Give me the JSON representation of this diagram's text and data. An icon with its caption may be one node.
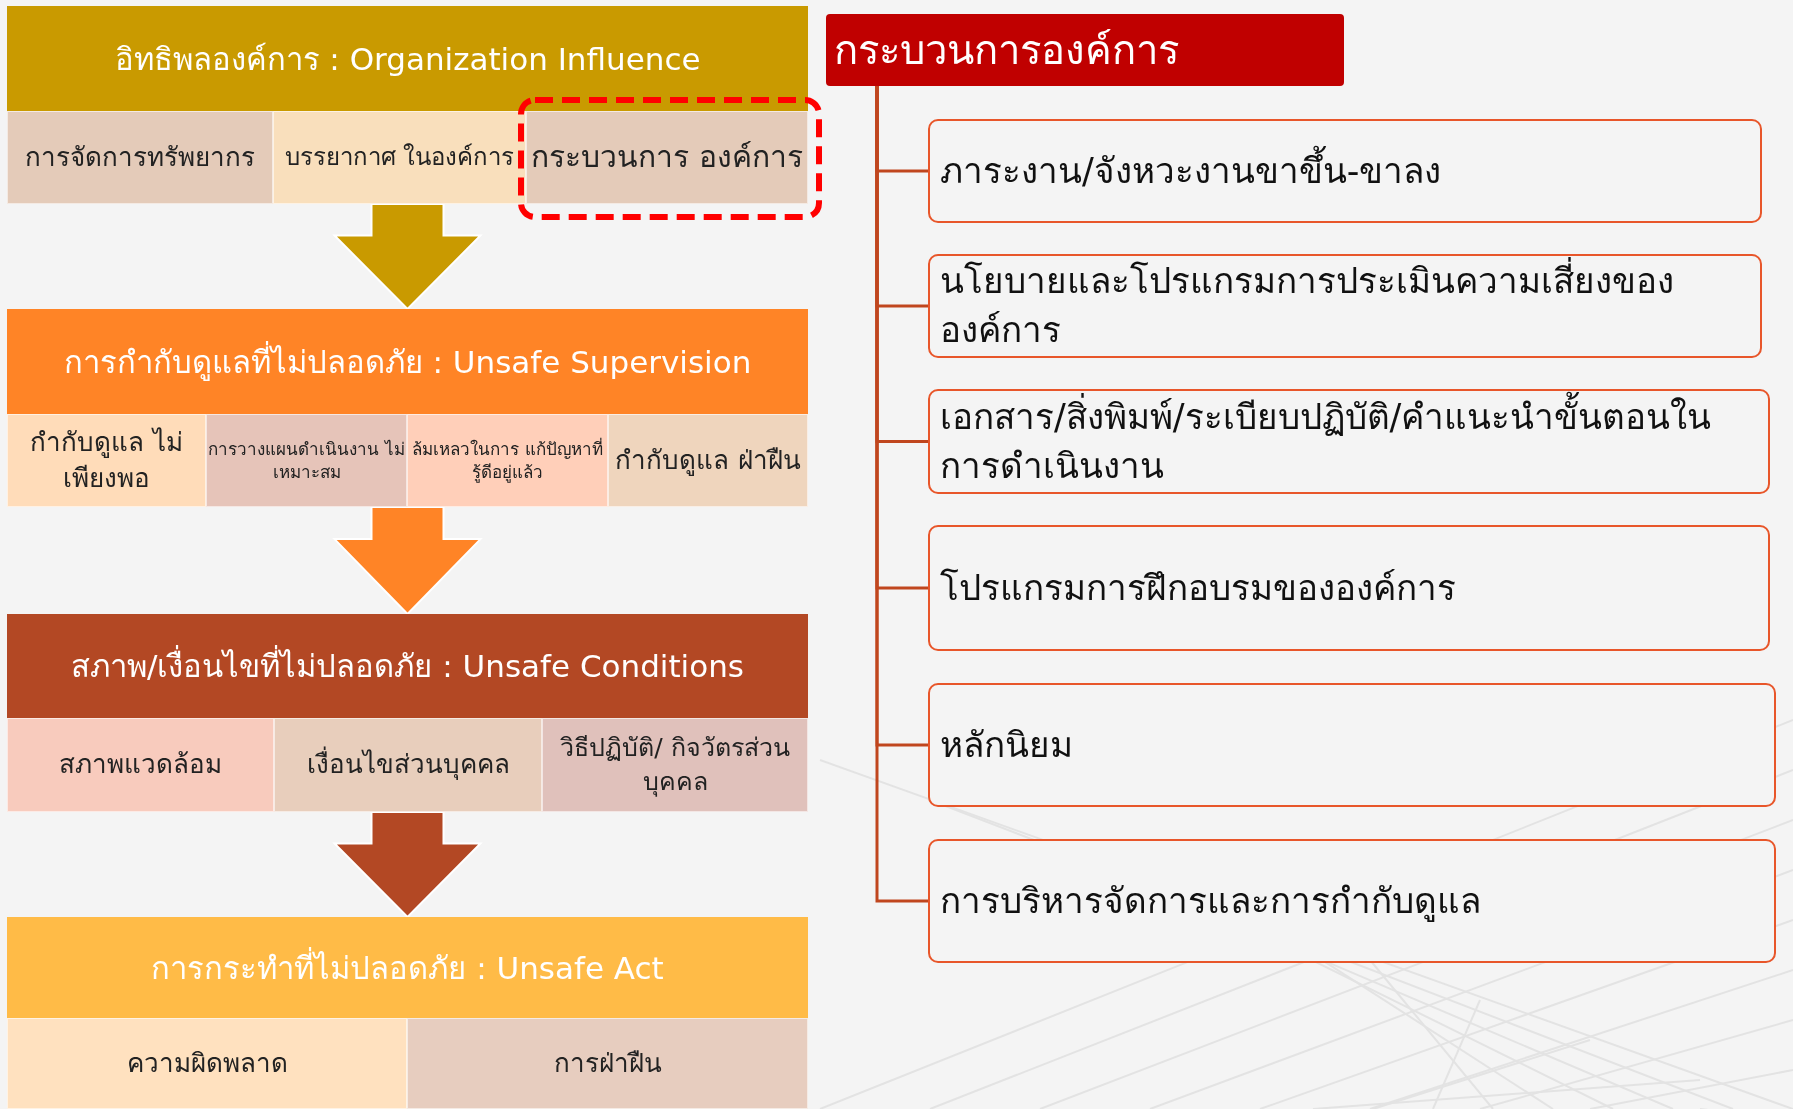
{
  "diagram": {
    "nodes": [
      {
        "text": [
          "อิทธิพลองค์การ : Organization Influence"
        ]
      },
      {
        "text": [
          "การจัดการทรัพยากร"
        ],
        "in": 0
      },
      {
        "text": [
          "บรรยากาศ ในองค์การ"
        ],
        "in": 0
      },
      {
        "text": [
          "กระบวนการ องค์การ"
        ],
        "in": 0
      },
      {
        "text": [
          "การกำกับดูแลที่ไม่ปลอดภัย : Unsafe Supervision"
        ]
      },
      {
        "text": [
          "กำกับดูแล ไม่เพียงพอ"
        ],
        "in": 4
      },
      {
        "text": [
          "การวางแผนดำเนินงาน ไม่เหมาะสม"
        ],
        "in": 4
      },
      {
        "text": [
          "ล้มเหลวในการ แก้ปัญหาที่รู้ดีอยู่แล้ว"
        ],
        "in": 4
      },
      {
        "text": [
          "กำกับดูแล ฝ่าฝืน"
        ],
        "in": 4
      },
      {
        "text": [
          "สภาพ/เงื่อนไขที่ไม่ปลอดภัย : Unsafe Conditions"
        ]
      },
      {
        "text": [
          "สภาพแวดล้อม"
        ],
        "in": 9
      },
      {
        "text": [
          "เงื่อนไขส่วนบุคคล"
        ],
        "in": 9
      },
      {
        "text": [
          "วิธีปฏิบัติ/ กิจวัตรส่วนบุคคล"
        ],
        "in": 9
      },
      {
        "text": [
          "การกระทำที่ไม่ปลอดภัย : Unsafe Act"
        ]
      },
      {
        "text": [
          "ความผิดพลาด"
        ],
        "in": 13
      },
      {
        "text": [
          "การฝ่าฝืน"
        ],
        "in": 13
      },
      {
        "text": [
          "กระบวนการองค์การ"
        ]
      },
      {
        "text": [
          "ภาระงาน/จังหวะงานขาขึ้น-ขาลง"
        ]
      },
      {
        "text": [
          "นโยบายและโปรแกรมการประเมินความเสี่ยงของ องค์การ"
        ]
      },
      {
        "text": [
          "เอกสาร/สิ่งพิมพ์/ระเบียบปฏิบัติ/คำแนะนำขั้นตอนใน การดำเนินงาน"
        ]
      },
      {
        "text": [
          "โปรแกรมการฝึกอบรมขององค์การ"
        ]
      },
      {
        "text": [
          "หลักนิยม"
        ]
      },
      {
        "text": [
          "การบริหารจัดการและการกำกับดูแล"
        ]
      }
    ],
    "edges": [
      {
        "from": 0,
        "to": 4,
        "arrow": "to",
        "style": "thick",
        "color": "#c99a00"
      },
      {
        "from": 4,
        "to": 9,
        "arrow": "to",
        "style": "thick",
        "color": "#ff8426"
      },
      {
        "from": 9,
        "to": 13,
        "arrow": "to",
        "style": "thick",
        "color": "#b34824"
      },
      {
        "from": 16,
        "to": 17,
        "arrow": "none"
      },
      {
        "from": 16,
        "to": 18,
        "arrow": "none"
      },
      {
        "from": 16,
        "to": 19,
        "arrow": "none"
      },
      {
        "from": 16,
        "to": 20,
        "arrow": "none"
      },
      {
        "from": 16,
        "to": 21,
        "arrow": "none"
      },
      {
        "from": 16,
        "to": 22,
        "arrow": "none"
      }
    ]
  }
}
